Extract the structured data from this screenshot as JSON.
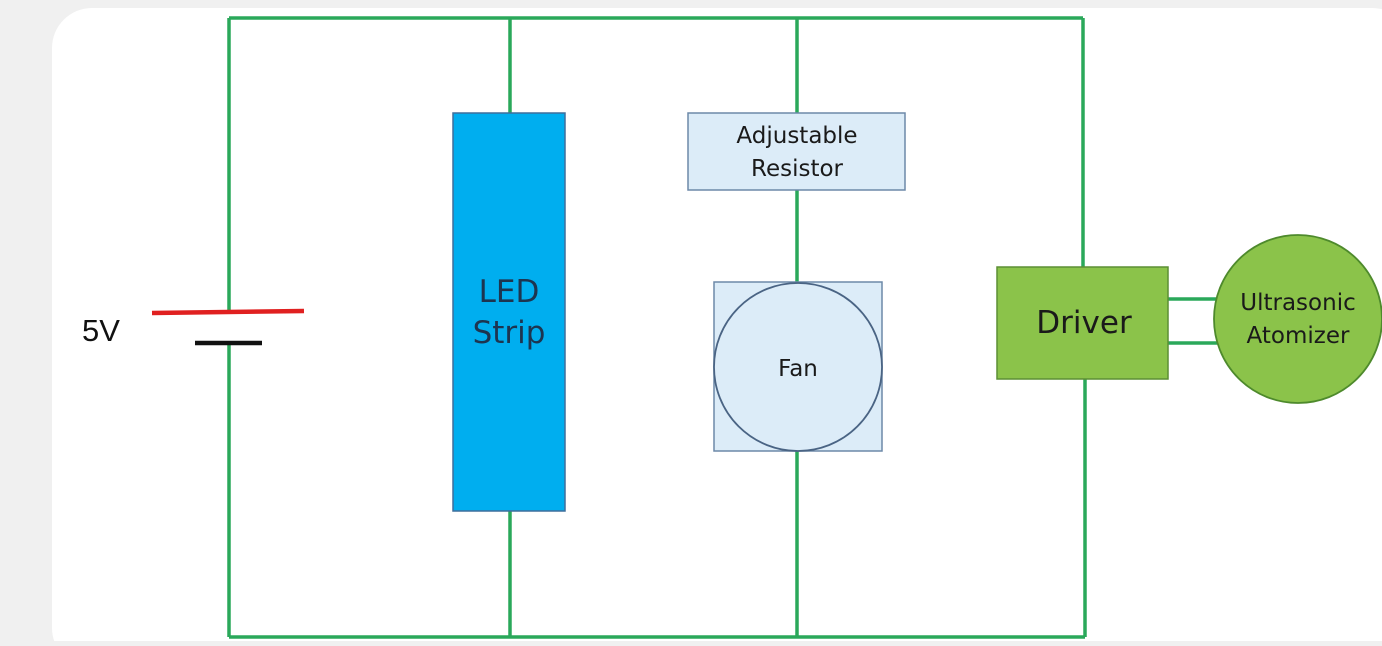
{
  "battery": {
    "voltage_label": "5V"
  },
  "components": {
    "led_strip": {
      "label_line1": "LED",
      "label_line2": "Strip"
    },
    "adjustable_resistor": {
      "label_line1": "Adjustable",
      "label_line2": "Resistor"
    },
    "fan": {
      "label": "Fan"
    },
    "driver": {
      "label": "Driver"
    },
    "ultrasonic_atomizer": {
      "label_line1": "Ultrasonic",
      "label_line2": "Atomizer"
    }
  },
  "colors": {
    "wire": "#2aa85a",
    "battery_positive": "#e02020",
    "battery_negative": "#111111",
    "led_strip_fill": "#00aeef",
    "resistor_fill": "#dcecf8",
    "fan_fill": "#dcecf8",
    "driver_fill": "#8bc34a",
    "atomizer_fill": "#8bc34a"
  }
}
